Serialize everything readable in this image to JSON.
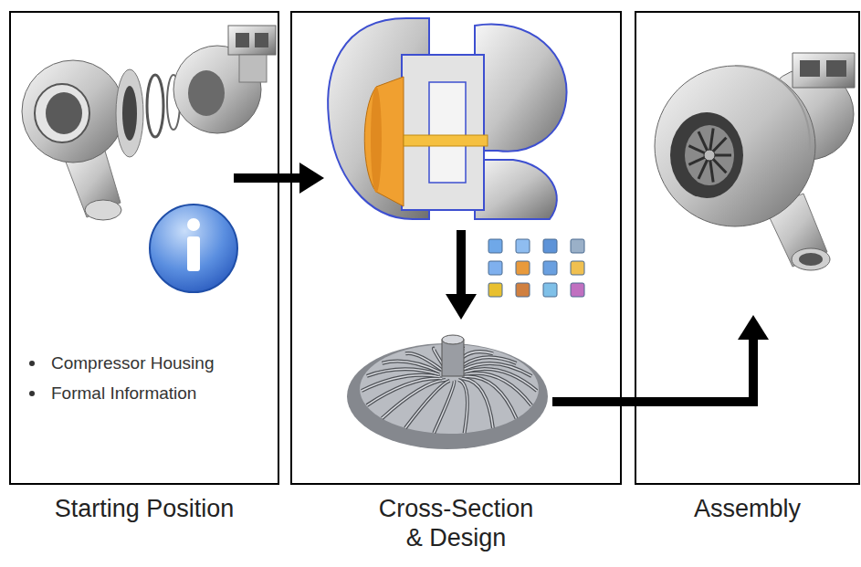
{
  "diagram": {
    "nodes": [
      {
        "text": [
          "Starting Position",
          "Compressor Housing",
          "Formal Information"
        ]
      },
      {
        "text": [
          "Cross-Section & Design"
        ]
      },
      {
        "text": [
          "Assembly"
        ]
      }
    ],
    "edges": [
      {
        "from": 0,
        "to": 1,
        "arrow": "to"
      },
      {
        "from": 1,
        "to": 2,
        "arrow": "to"
      }
    ]
  }
}
